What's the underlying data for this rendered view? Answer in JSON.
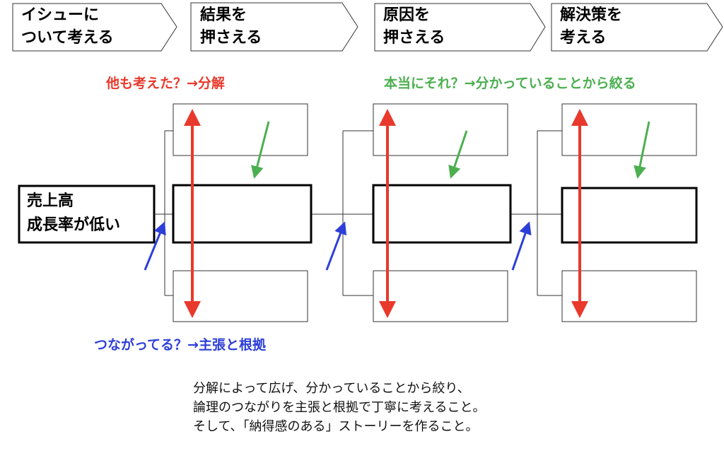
{
  "steps": [
    {
      "label": "イシューに\nついて考える"
    },
    {
      "label": "結果を\n押さえる"
    },
    {
      "label": "原因を\n押さえる"
    },
    {
      "label": "解決策を\n考える"
    }
  ],
  "annotations": {
    "red": "他も考えた？→分解",
    "green": "本当にそれ？→分かっていることから絞る",
    "blue": "つながってる？→主張と根拠"
  },
  "issue_box": {
    "label": "売上高\n成長率が低い"
  },
  "summary": [
    "分解によって広げ、分かっていることから絞り、",
    "論理のつながりを主張と根拠で丁寧に考えること。",
    "そして、「納得感のある」ストーリーを作ること。"
  ],
  "colors": {
    "red": "#e8392c",
    "green": "#4caf50",
    "blue": "#2d3fd8"
  }
}
